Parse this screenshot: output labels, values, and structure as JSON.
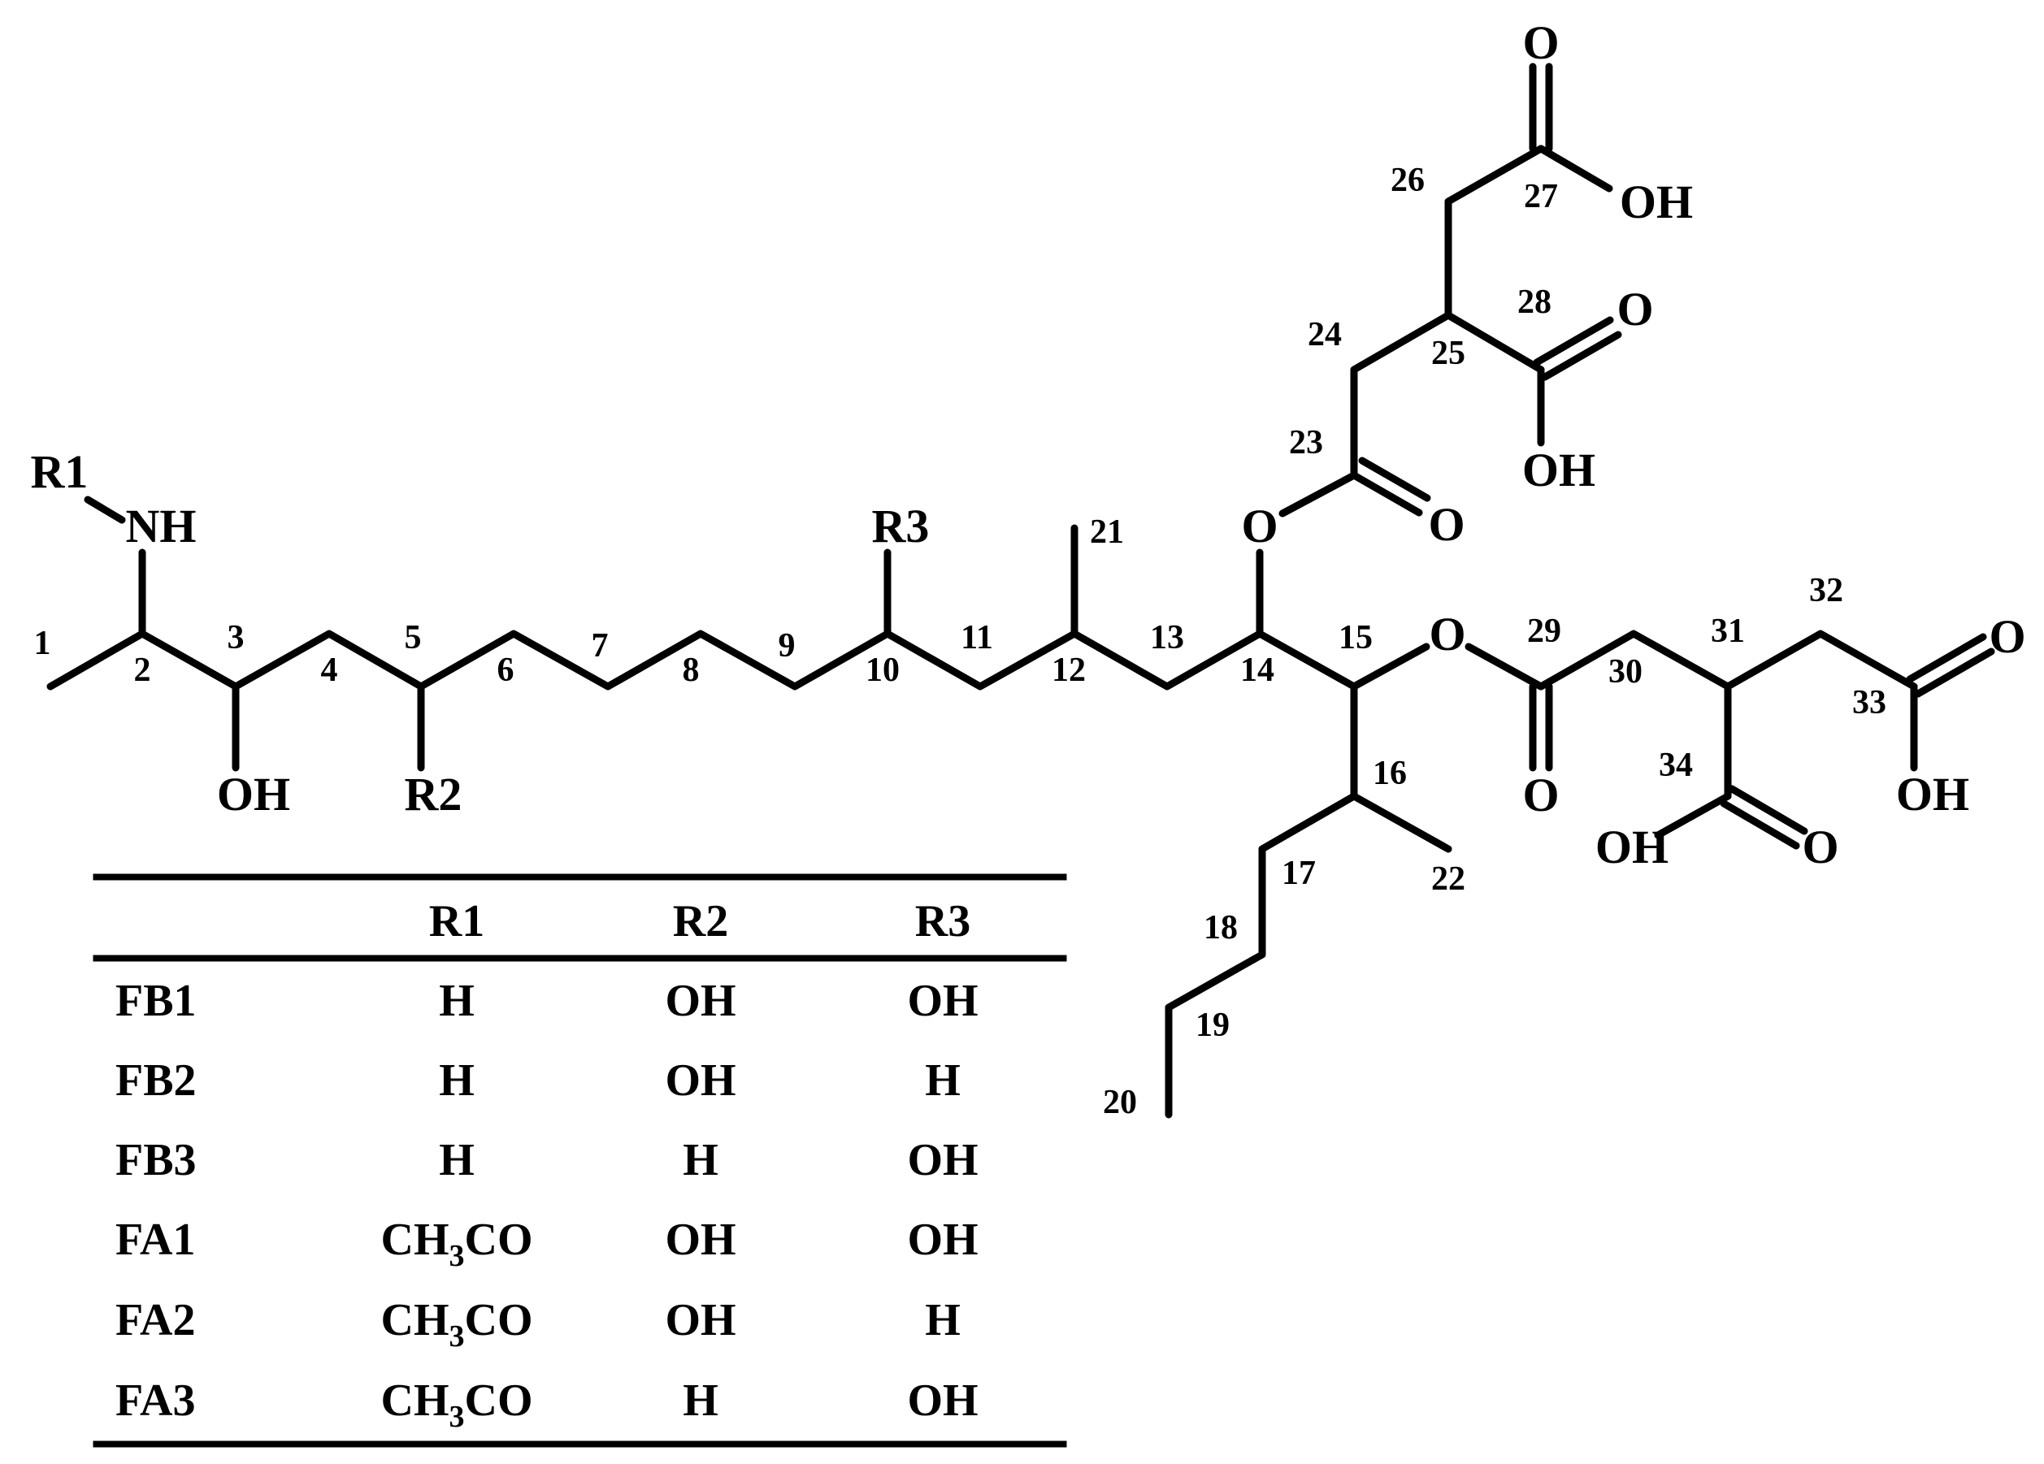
{
  "molecule": {
    "atom_labels": [
      {
        "id": "r1",
        "text": "R1"
      },
      {
        "id": "nh",
        "text": "NH"
      },
      {
        "id": "oh3",
        "text": "OH"
      },
      {
        "id": "r2",
        "text": "R2"
      },
      {
        "id": "r3",
        "text": "R3"
      },
      {
        "id": "o14",
        "text": "O"
      },
      {
        "id": "o15",
        "text": "O"
      },
      {
        "id": "o23",
        "text": "O"
      },
      {
        "id": "o27",
        "text": "O"
      },
      {
        "id": "oh27",
        "text": "OH"
      },
      {
        "id": "o28",
        "text": "O"
      },
      {
        "id": "oh28",
        "text": "OH"
      },
      {
        "id": "o29",
        "text": "O"
      },
      {
        "id": "o33",
        "text": "O"
      },
      {
        "id": "oh33",
        "text": "OH"
      },
      {
        "id": "o34",
        "text": "O"
      },
      {
        "id": "oh34",
        "text": "OH"
      }
    ],
    "carbon_numbers": [
      "1",
      "2",
      "3",
      "4",
      "5",
      "6",
      "7",
      "8",
      "9",
      "10",
      "11",
      "12",
      "13",
      "14",
      "15",
      "16",
      "17",
      "18",
      "19",
      "20",
      "21",
      "22",
      "23",
      "24",
      "25",
      "26",
      "27",
      "28",
      "29",
      "30",
      "31",
      "32",
      "33",
      "34"
    ]
  },
  "table": {
    "headers": [
      "",
      "R1",
      "R2",
      "R3"
    ],
    "rows": [
      {
        "name": "FB1",
        "r1": "H",
        "r2": "OH",
        "r3": "OH"
      },
      {
        "name": "FB2",
        "r1": "H",
        "r2": "OH",
        "r3": "H"
      },
      {
        "name": "FB3",
        "r1": "H",
        "r2": "H",
        "r3": "OH"
      },
      {
        "name": "FA1",
        "r1": "CH3CO",
        "r2": "OH",
        "r3": "OH"
      },
      {
        "name": "FA2",
        "r1": "CH3CO",
        "r2": "OH",
        "r3": "H"
      },
      {
        "name": "FA3",
        "r1": "CH3CO",
        "r2": "H",
        "r3": "OH"
      }
    ],
    "acyl_parts": {
      "pre": "CH",
      "sub": "3",
      "post": "CO"
    }
  }
}
